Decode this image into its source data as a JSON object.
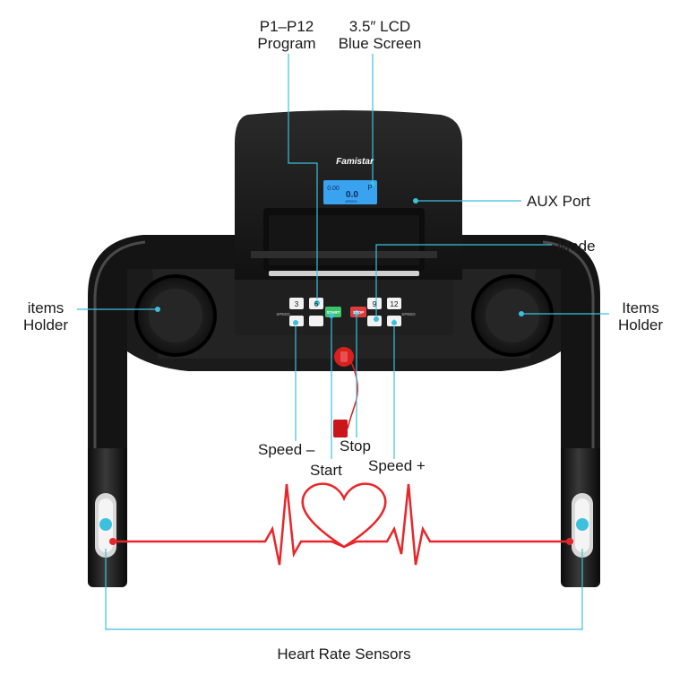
{
  "brand": "Famistar",
  "colors": {
    "callout_line": "#3cc0dc",
    "heartbeat_line": "#e8262a",
    "lcd": "#3aa3f0",
    "start_button": "#3cc46a",
    "stop_button": "#e23b3b",
    "safety_key": "#d9201f"
  },
  "display": {
    "left_value": "0.00",
    "center_value": "0.0",
    "center_label": "SPEED",
    "right_value": "P"
  },
  "buttons": {
    "top_left_1": "3",
    "top_left_2": "6",
    "top_right_1": "9",
    "top_right_2": "12",
    "speed_left_label": "SPEED",
    "speed_right_label": "SPEED",
    "start_label": "START",
    "stop_label": "STOP"
  },
  "callouts": {
    "program_line1": "P1–P12",
    "program_line2": "Program",
    "lcd_line1": "3.5″ LCD",
    "lcd_line2": "Blue Screen",
    "aux_port": "AUX Port",
    "mode": "Mode",
    "items_holder_left_line1": "items",
    "items_holder_left_line2": "Holder",
    "items_holder_right_line1": "Items",
    "items_holder_right_line2": "Holder",
    "speed_minus": "Speed –",
    "stop": "Stop",
    "start": "Start",
    "speed_plus": "Speed +",
    "heart_rate_sensors": "Heart Rate Sensors"
  }
}
